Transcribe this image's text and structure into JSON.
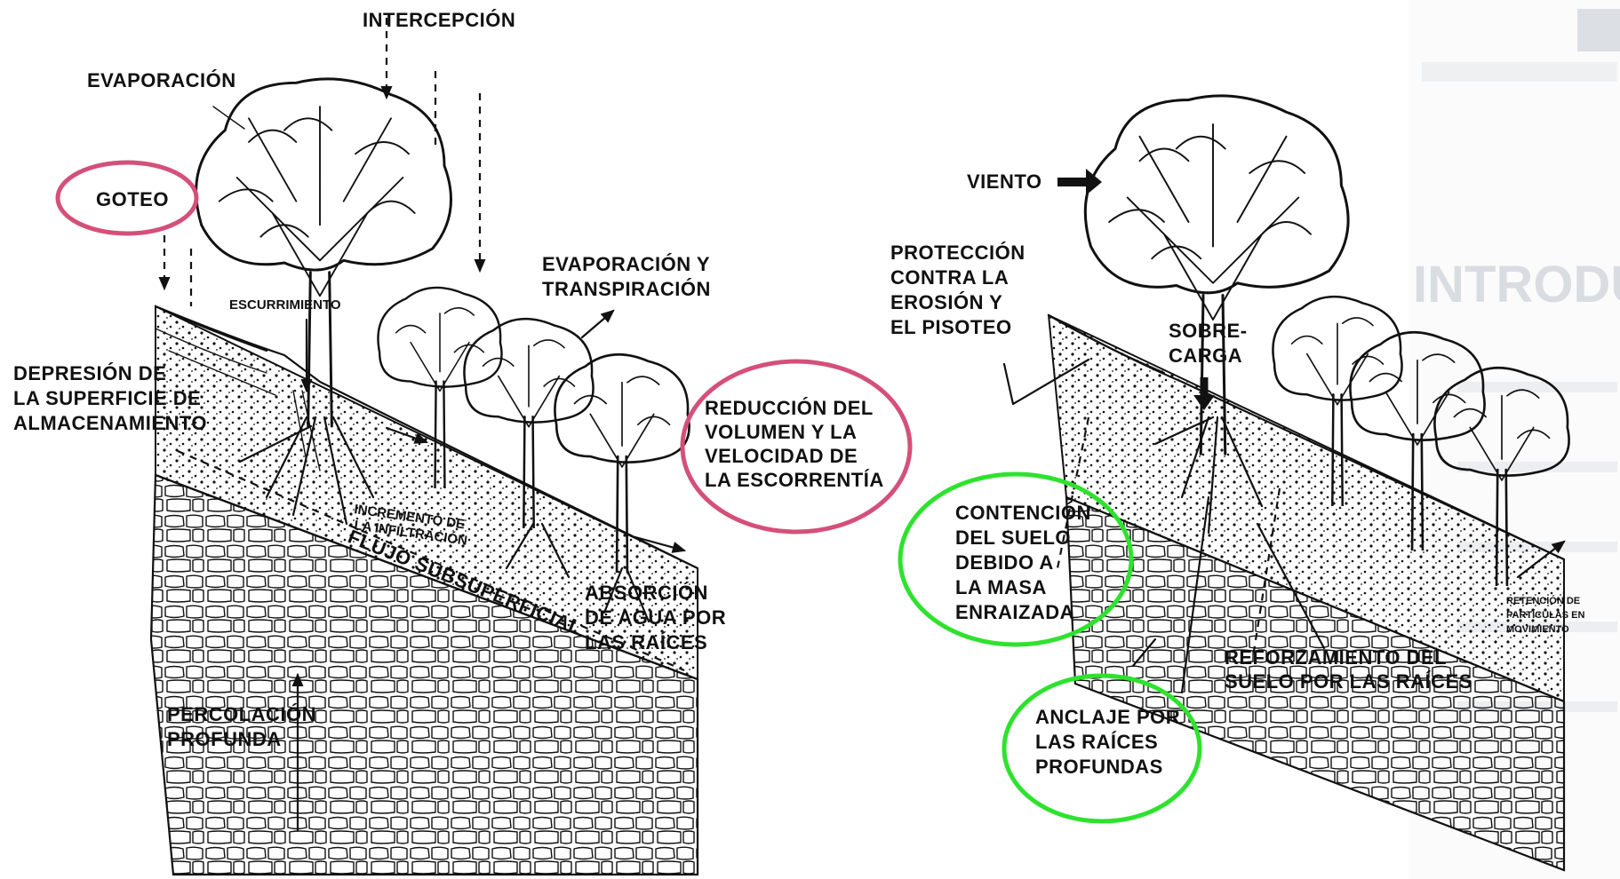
{
  "left_diagram": {
    "labels": {
      "intercepcion": "INTERCEPCIÓN",
      "evaporacion": "EVAPORACIÓN",
      "goteo": "GOTEO",
      "escurrimiento": "ESCURRIMIENTO",
      "evap_transp_1": "EVAPORACIÓN Y",
      "evap_transp_2": "TRANSPIRACIÓN",
      "depresion_1": "DEPRESIÓN DE",
      "depresion_2": "LA SUPERFICIE DE",
      "depresion_3": "ALMACENAMIENTO",
      "reduccion_1": "REDUCCIÓN DEL",
      "reduccion_2": "VOLUMEN Y LA",
      "reduccion_3": "VELOCIDAD DE",
      "reduccion_4": "LA ESCORRENTÍA",
      "incremento_1": "INCREMENTO DE",
      "incremento_2": "LA INFILTRACIÓN",
      "flujo": "FLUJO SUBSUPERFICIAL",
      "absorcion_1": "ABSORCIÓN",
      "absorcion_2": "DE AGUA POR",
      "absorcion_3": "LAS RAÍCES",
      "percolacion_1": "PERCOLACIÓN",
      "percolacion_2": "PROFUNDA"
    }
  },
  "right_diagram": {
    "labels": {
      "viento": "VIENTO",
      "proteccion_1": "PROTECCIÓN",
      "proteccion_2": "CONTRA LA",
      "proteccion_3": "EROSIÓN Y",
      "proteccion_4": "EL PISOTEO",
      "sobrecarga_1": "SOBRE-",
      "sobrecarga_2": "CARGA",
      "contencion_1": "CONTENCIÓN",
      "contencion_2": "DEL SUELO",
      "contencion_3": "DEBIDO A",
      "contencion_4": "LA MASA",
      "contencion_5": "ENRAIZADA",
      "reforzamiento_1": "REFORZAMIENTO DEL",
      "reforzamiento_2": "SUELO POR LAS RAÍCES",
      "anclaje_1": "ANCLAJE POR",
      "anclaje_2": "LAS RAÍCES",
      "anclaje_3": "PROFUNDAS",
      "retencion_1": "RETENCIÓN DE",
      "retencion_2": "PARTÍCULAS EN",
      "retencion_3": "MOVIMIENTO"
    }
  },
  "highlights": {
    "pink": "#d4507a",
    "green": "#2ee22e"
  },
  "background_page": {
    "ghost_1": "INTRODUC"
  }
}
